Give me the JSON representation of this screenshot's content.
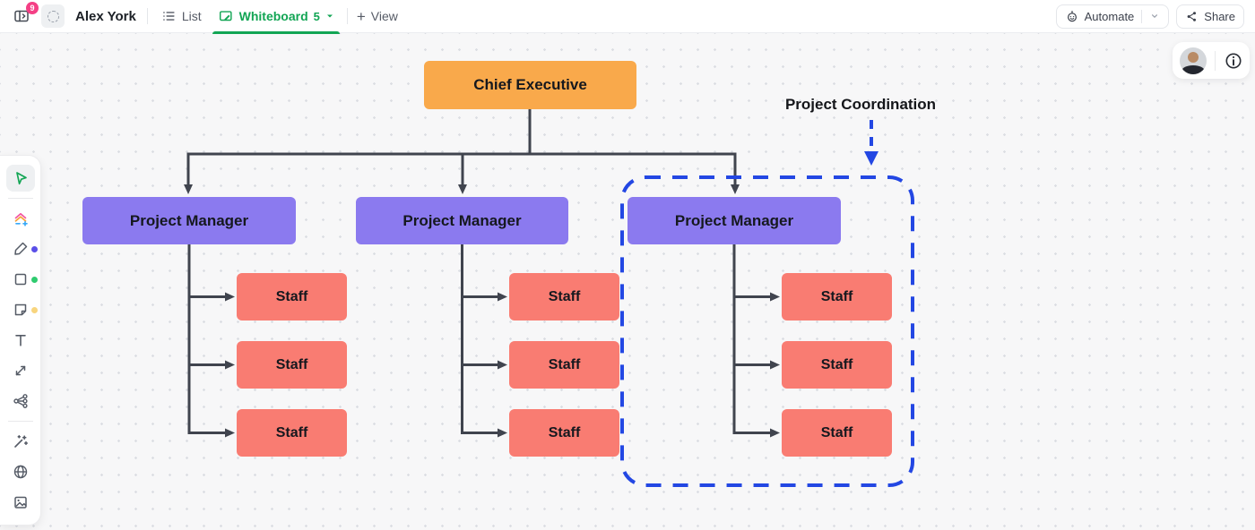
{
  "topbar": {
    "sidebar_badge_count": "9",
    "workspace_name": "Alex York",
    "tabs": [
      {
        "label": "List"
      },
      {
        "label": "Whiteboard",
        "count": "5"
      }
    ],
    "add_view_plus": "+",
    "add_view_label": "View",
    "automate_label": "Automate",
    "share_label": "Share"
  },
  "toolbar": {
    "icons": [
      "select-tool",
      "templates-tool",
      "pen-tool",
      "shape-tool",
      "sticky-note-tool",
      "text-tool",
      "connector-tool",
      "mind-map-tool",
      "ai-wand-tool",
      "web-embed-tool",
      "image-tool"
    ],
    "tool_color_dots": {
      "pen": "#5A4FE8",
      "shape": "#2FCB6F",
      "sticky": "#F8D57E"
    }
  },
  "floating_panel": {
    "icons": [
      "avatar",
      "info-icon"
    ]
  },
  "canvas": {
    "org_chart": {
      "root": "Chief Executive",
      "managers": [
        "Project Manager",
        "Project Manager",
        "Project Manager"
      ],
      "staff_label": "Staff",
      "staff_per_manager": 3
    },
    "annotation": {
      "label": "Project Coordination"
    },
    "colors": {
      "executive": "#F9A94B",
      "manager": "#8B7AEF",
      "staff": "#F97C72",
      "connector": "#40444E",
      "annotation": "#2347E3",
      "accent": "#12A554",
      "badge": "#F43F85"
    }
  }
}
